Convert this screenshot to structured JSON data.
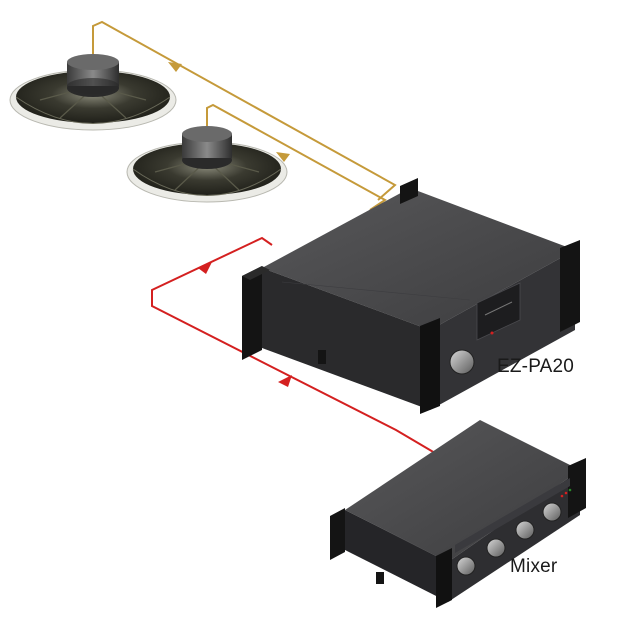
{
  "labels": {
    "amplifier": "EZ-PA20",
    "mixer": "Mixer"
  },
  "colors": {
    "speaker_wire": "#c59a3a",
    "signal_wire": "#d42020",
    "chassis_top": "#4a4a4c",
    "chassis_front": "#2a2a2c",
    "end_cap": "#141414",
    "background": "#ffffff"
  },
  "components": {
    "speakers": 2,
    "amplifier_knobs": 1,
    "mixer_knobs": 4
  }
}
